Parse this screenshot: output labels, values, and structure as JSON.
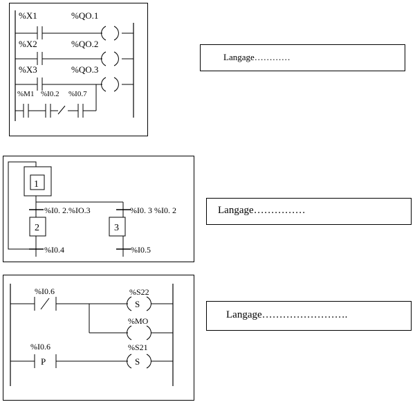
{
  "ladder1": {
    "rungs": [
      {
        "contact": "%X1",
        "coil": "%QO.1"
      },
      {
        "contact": "%X2",
        "coil": "%QO.2"
      },
      {
        "contact": "%X3",
        "coil": "%QO.3"
      }
    ],
    "branch_contacts": [
      "%M1",
      "%I0.2",
      "%I0.7"
    ]
  },
  "grafcet": {
    "initial_step": "1",
    "step2": "2",
    "step3": "3",
    "transition_left": "%I0. 2.%IO.3",
    "transition_right": "%I0. 3 %I0. 2",
    "transition_left_bottom": "%I0.4",
    "transition_right_bottom": "%I0.5"
  },
  "ladder2": {
    "contact_top": "%I0.6",
    "coil_set_top": "%S22",
    "coil_middle": "%MO",
    "contact_bottom": "%I0.6",
    "contact_bottom_symbol": "P",
    "coil_set_bottom": "%S21",
    "set_symbol": "S"
  },
  "answers": [
    "Langage…………",
    "Langage……………",
    "Langage……………………."
  ]
}
